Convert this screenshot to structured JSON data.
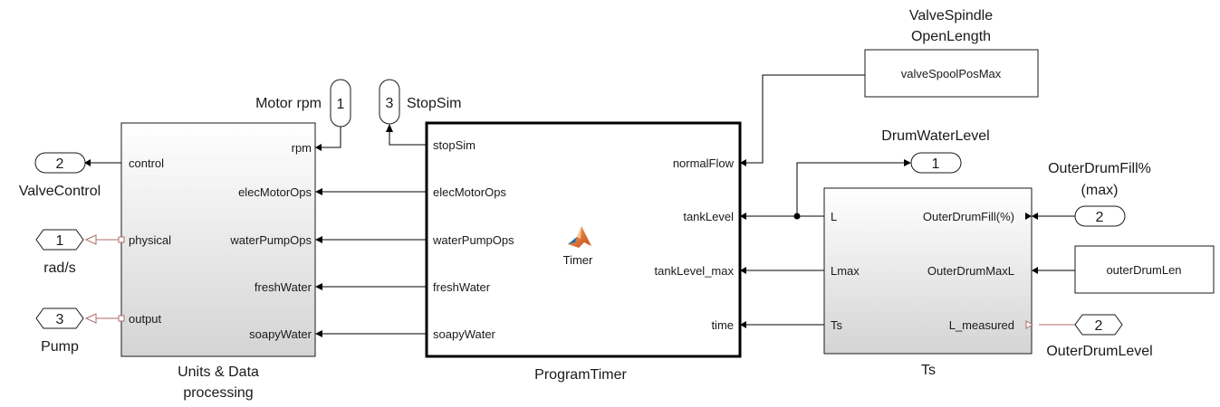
{
  "blocks": {
    "units": {
      "name_line1": "Units & Data",
      "name_line2": "processing",
      "inputs": [
        "control",
        "physical",
        "output"
      ],
      "outputs": [
        "rpm",
        "elecMotorOps",
        "waterPumpOps",
        "freshWater",
        "soapyWater"
      ]
    },
    "timer": {
      "name": "ProgramTimer",
      "center_label": "Timer",
      "inputs": [
        "stopSim",
        "elecMotorOps",
        "waterPumpOps",
        "freshWater",
        "soapyWater"
      ],
      "outputs": [
        "normalFlow",
        "tankLevel",
        "tankLevel_max",
        "time"
      ]
    },
    "ts": {
      "name": "Ts",
      "inputs": [
        "L",
        "Lmax",
        "Ts"
      ],
      "outputs": [
        "OuterDrumFill(%)",
        "OuterDrumMaxL",
        "L_measured"
      ]
    },
    "valve_const": {
      "label": "valveSpoolPosMax"
    },
    "drum_const": {
      "label": "outerDrumLen"
    }
  },
  "ports": {
    "valve_control": {
      "num": "2",
      "name": "ValveControl"
    },
    "rads": {
      "num": "1",
      "name": "rad/s"
    },
    "pump": {
      "num": "3",
      "name": "Pump"
    },
    "motor_rpm": {
      "num": "1",
      "name": "Motor rpm"
    },
    "stop_sim": {
      "num": "3",
      "name": "StopSim"
    },
    "drum_water_level": {
      "num": "1",
      "name": "DrumWaterLevel"
    },
    "outer_drum_fill": {
      "num": "2",
      "name_line1": "OuterDrumFill%",
      "name_line2": "(max)"
    },
    "outer_drum_level": {
      "num": "2",
      "name": "OuterDrumLevel"
    }
  },
  "signals": {
    "valve_spindle_line1": "ValveSpindle",
    "valve_spindle_line2": "OpenLength"
  },
  "colors": {
    "block_border": "#1a1a1a",
    "physical_wire": "#b06a6a",
    "matlab_icon": "#e8742a"
  }
}
